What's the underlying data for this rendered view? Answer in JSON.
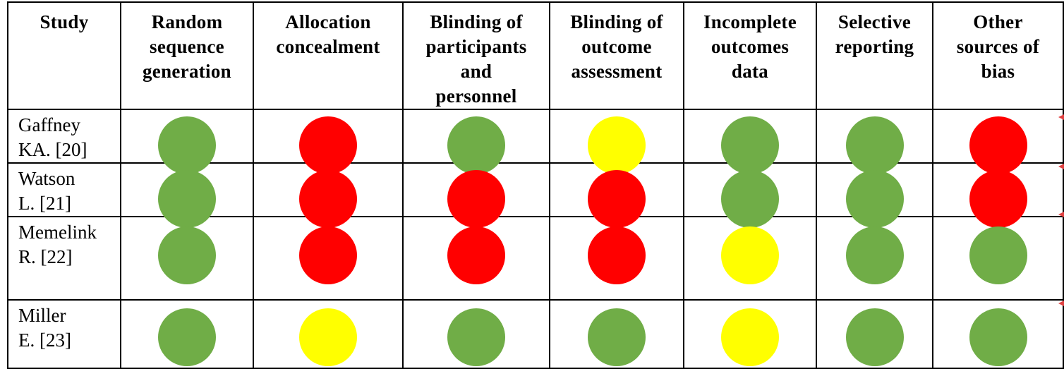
{
  "table": {
    "headers": [
      "Study",
      "Random\nsequence\ngeneration",
      "Allocation\nconcealment",
      "Blinding of\nparticipants\nand\npersonnel",
      "Blinding of\noutcome\nassessment",
      "Incomplete\noutcomes\ndata",
      "Selective\nreporting",
      "Other\nsources of\nbias"
    ],
    "rows": [
      {
        "study": "Gaffney\nKA. [20]",
        "ratings": [
          "green",
          "red",
          "green",
          "yellow",
          "green",
          "green",
          "red"
        ]
      },
      {
        "study": "Watson\nL. [21]",
        "ratings": [
          "green",
          "red",
          "red",
          "red",
          "green",
          "green",
          "red"
        ]
      },
      {
        "study": "Memelink\nR. [22]",
        "ratings": [
          "green",
          "red",
          "red",
          "red",
          "yellow",
          "green",
          "green"
        ]
      },
      {
        "study": "Miller\nE. [23]",
        "ratings": [
          "green",
          "yellow",
          "green",
          "green",
          "yellow",
          "green",
          "green"
        ]
      }
    ]
  },
  "colors": {
    "green": "#70ad47",
    "red": "#ff0000",
    "yellow": "#ffff00",
    "border": "#000000",
    "edge_mark": "#e04040"
  }
}
